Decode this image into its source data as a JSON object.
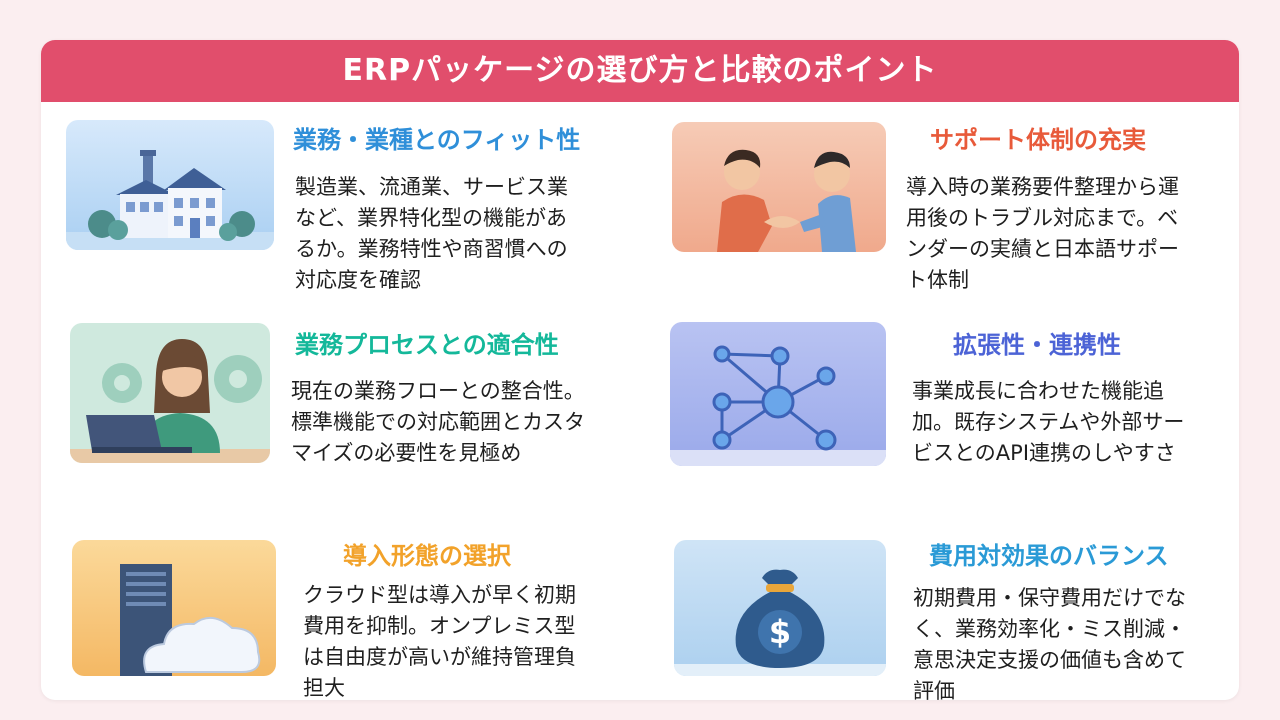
{
  "header": {
    "title": "ERPパッケージの選び方と比較のポイント"
  },
  "cards": [
    {
      "icon": "factory-icon",
      "title": "業務・業種とのフィット性",
      "title_color": "#2f8fd9",
      "lines": [
        "製造業、流通業、サービス業",
        "など、業界特化型の機能があ",
        "るか。業務特性や商習慣への",
        "対応度を確認"
      ]
    },
    {
      "icon": "handshake-icon",
      "title": "サポート体制の充実",
      "title_color": "#e85a3a",
      "lines": [
        "導入時の業務要件整理から運",
        "用後のトラブル対応まで。ベ",
        "ンダーの実績と日本語サポー",
        "ト体制"
      ]
    },
    {
      "icon": "woman-laptop-gears-icon",
      "title": "業務プロセスとの適合性",
      "title_color": "#14b89a",
      "lines": [
        "現在の業務フローとの整合性。",
        "標準機能での対応範囲とカスタ",
        "マイズの必要性を見極め"
      ]
    },
    {
      "icon": "network-nodes-icon",
      "title": "拡張性・連携性",
      "title_color": "#4c63d6",
      "lines": [
        "事業成長に合わせた機能追",
        "加。既存システムや外部サー",
        "ビスとのAPI連携のしやすさ"
      ]
    },
    {
      "icon": "server-cloud-icon",
      "title": "導入形態の選択",
      "title_color": "#f2a22a",
      "lines": [
        "クラウド型は導入が早く初期",
        "費用を抑制。オンプレミス型",
        "は自由度が高いが維持管理負",
        "担大"
      ]
    },
    {
      "icon": "money-bag-icon",
      "title": "費用対効果のバランス",
      "title_color": "#2a9ad6",
      "lines": [
        "初期費用・保守費用だけでな",
        "く、業務効率化・ミス削減・",
        "意思決定支援の価値も含めて",
        "評価"
      ]
    }
  ]
}
